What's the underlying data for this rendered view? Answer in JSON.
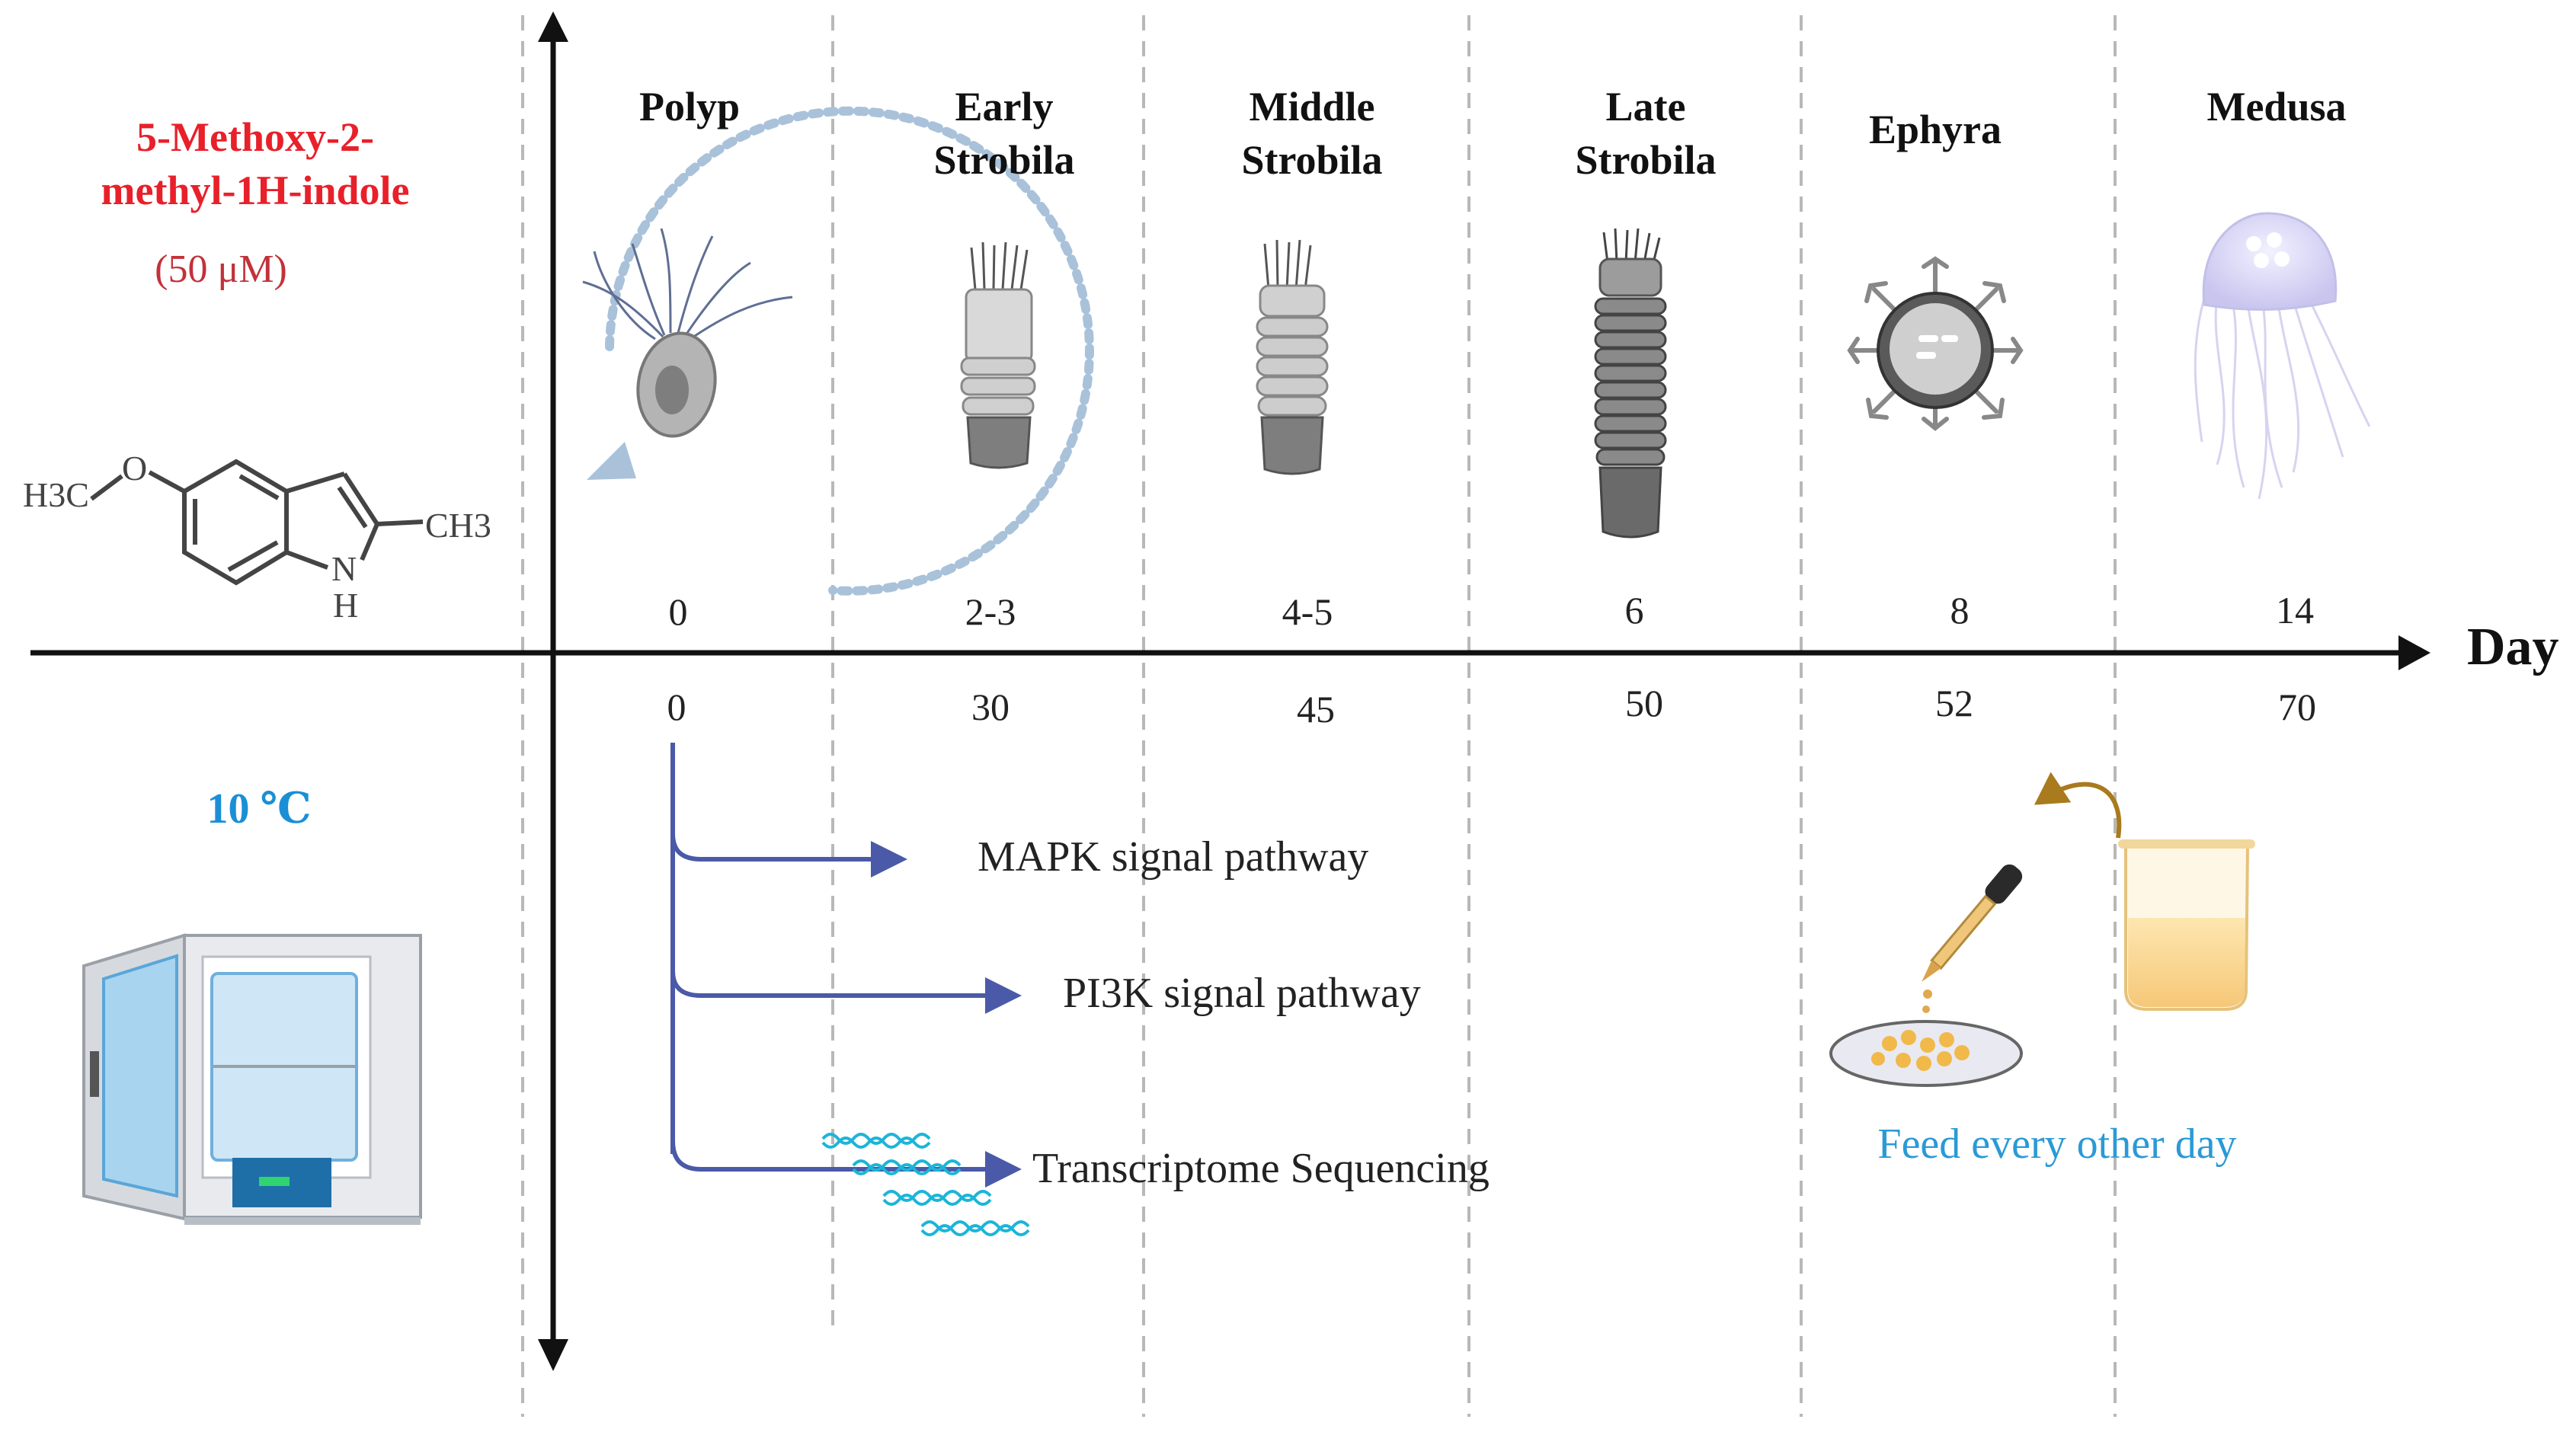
{
  "compound": {
    "name_line1": "5-Methoxy-2-",
    "name_line2": "methyl-1H-indole",
    "concentration": "(50 μM)",
    "structure_labels": {
      "methoxy_carbon": "H3C",
      "oxygen": "O",
      "methyl": "CH3",
      "nitrogen": "N",
      "nh_hydrogen": "H"
    }
  },
  "temperature": {
    "label": "10 ℃"
  },
  "axis": {
    "x_label": "Day"
  },
  "stages": [
    {
      "title_line1": "Polyp",
      "title_line2": "",
      "compound_day": "0",
      "temperature_day": "0"
    },
    {
      "title_line1": "Early",
      "title_line2": "Strobila",
      "compound_day": "2-3",
      "temperature_day": "30"
    },
    {
      "title_line1": "Middle",
      "title_line2": "Strobila",
      "compound_day": "4-5",
      "temperature_day": "45"
    },
    {
      "title_line1": "Late",
      "title_line2": "Strobila",
      "compound_day": "6",
      "temperature_day": "50"
    },
    {
      "title_line1": "Ephyra",
      "title_line2": "",
      "compound_day": "8",
      "temperature_day": "52"
    },
    {
      "title_line1": "Medusa",
      "title_line2": "",
      "compound_day": "14",
      "temperature_day": "70"
    }
  ],
  "analyses": [
    {
      "label": "MAPK signal pathway"
    },
    {
      "label": "PI3K signal pathway"
    },
    {
      "label": "Transcriptome Sequencing"
    }
  ],
  "feeding": {
    "label": "Feed every other day"
  },
  "colors": {
    "compound_text": "#e8202a",
    "temperature_text": "#1a8fd6",
    "feed_text": "#2a9ad6",
    "analysis_arrow": "#4a5aa8",
    "cycle_arrow": "#a9c2da",
    "axis": "#111111",
    "divider": "#b8b8b8"
  }
}
